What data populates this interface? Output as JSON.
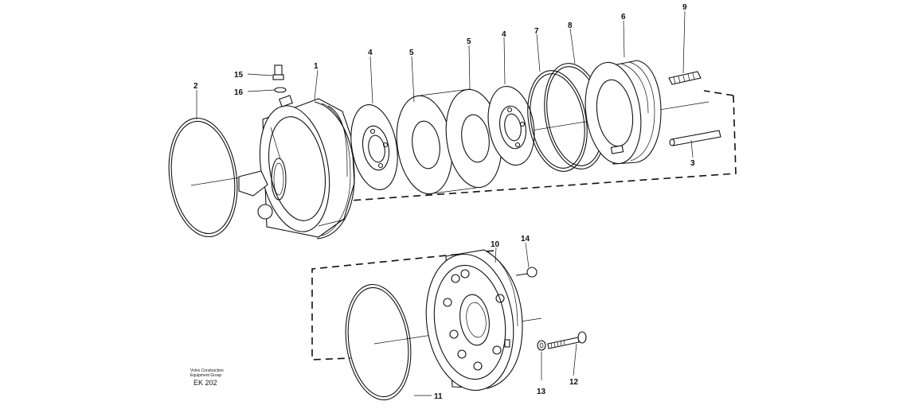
{
  "labels": {
    "l1": "1",
    "l2": "2",
    "l3": "3",
    "l4a": "4",
    "l4b": "4",
    "l5a": "5",
    "l5b": "5",
    "l6": "6",
    "l7": "7",
    "l8": "8",
    "l9": "9",
    "l10": "10",
    "l11": "11",
    "l12": "12",
    "l13": "13",
    "l14": "14",
    "l15": "15",
    "l16": "16"
  },
  "footer": {
    "line1": "Volvo Construction",
    "line2": "Equipment Group",
    "code": "EK 202"
  }
}
